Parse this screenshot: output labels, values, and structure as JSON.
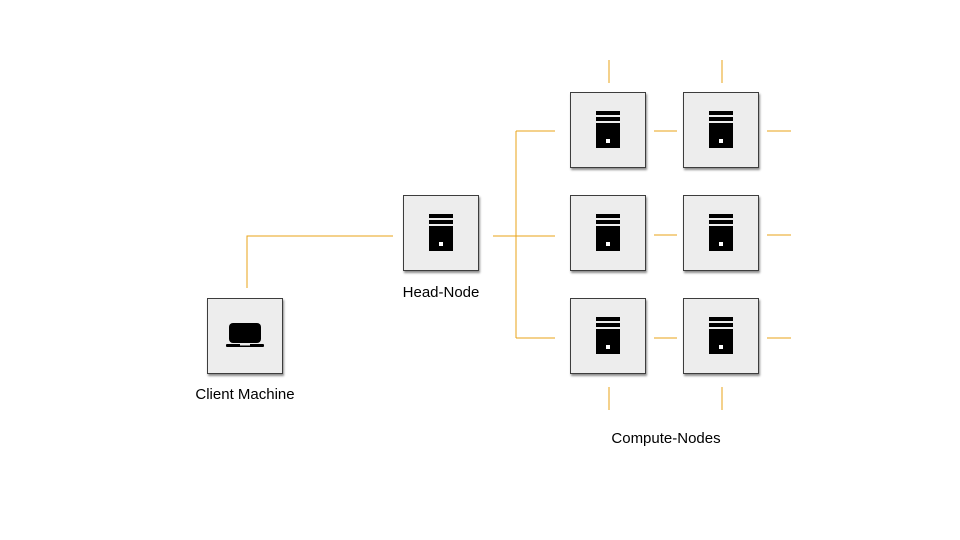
{
  "colors": {
    "connector": "#e8a317",
    "node_fill": "#ededed",
    "node_border": "#3d3d3d",
    "icon": "#000000"
  },
  "nodes": {
    "client": {
      "label": "Client Machine",
      "icon": "laptop-icon"
    },
    "head": {
      "label": "Head-Node",
      "icon": "server-icon"
    },
    "compute": {
      "label": "Compute-Nodes",
      "icon": "server-icon",
      "rows": 3,
      "cols": 2
    }
  }
}
